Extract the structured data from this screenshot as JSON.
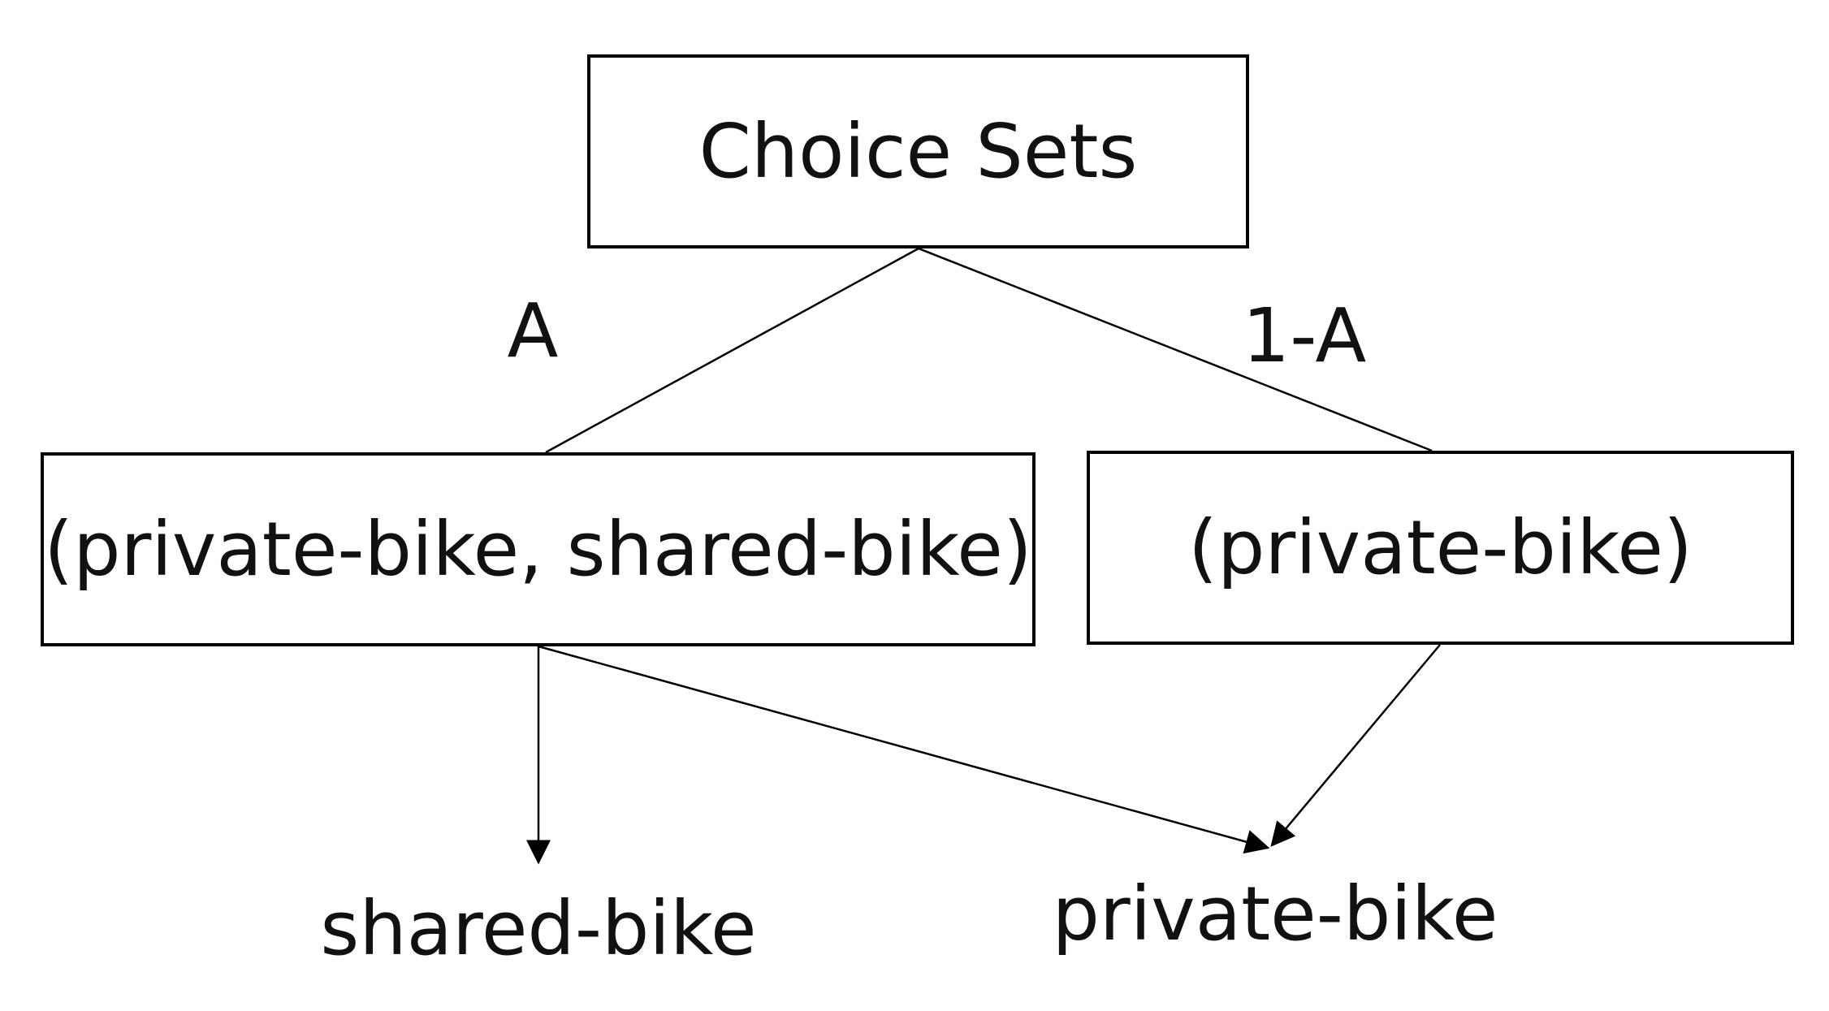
{
  "diagram": {
    "root": {
      "label": "Choice Sets"
    },
    "branches": [
      {
        "probability": "A",
        "choice_set": "(private-bike,  shared-bike)"
      },
      {
        "probability": "1-A",
        "choice_set": "(private-bike)"
      }
    ],
    "outcomes": [
      {
        "label": "shared-bike"
      },
      {
        "label": "private-bike"
      }
    ],
    "colors": {
      "stroke": "#000000",
      "text": "#111111",
      "background": "#ffffff"
    }
  }
}
